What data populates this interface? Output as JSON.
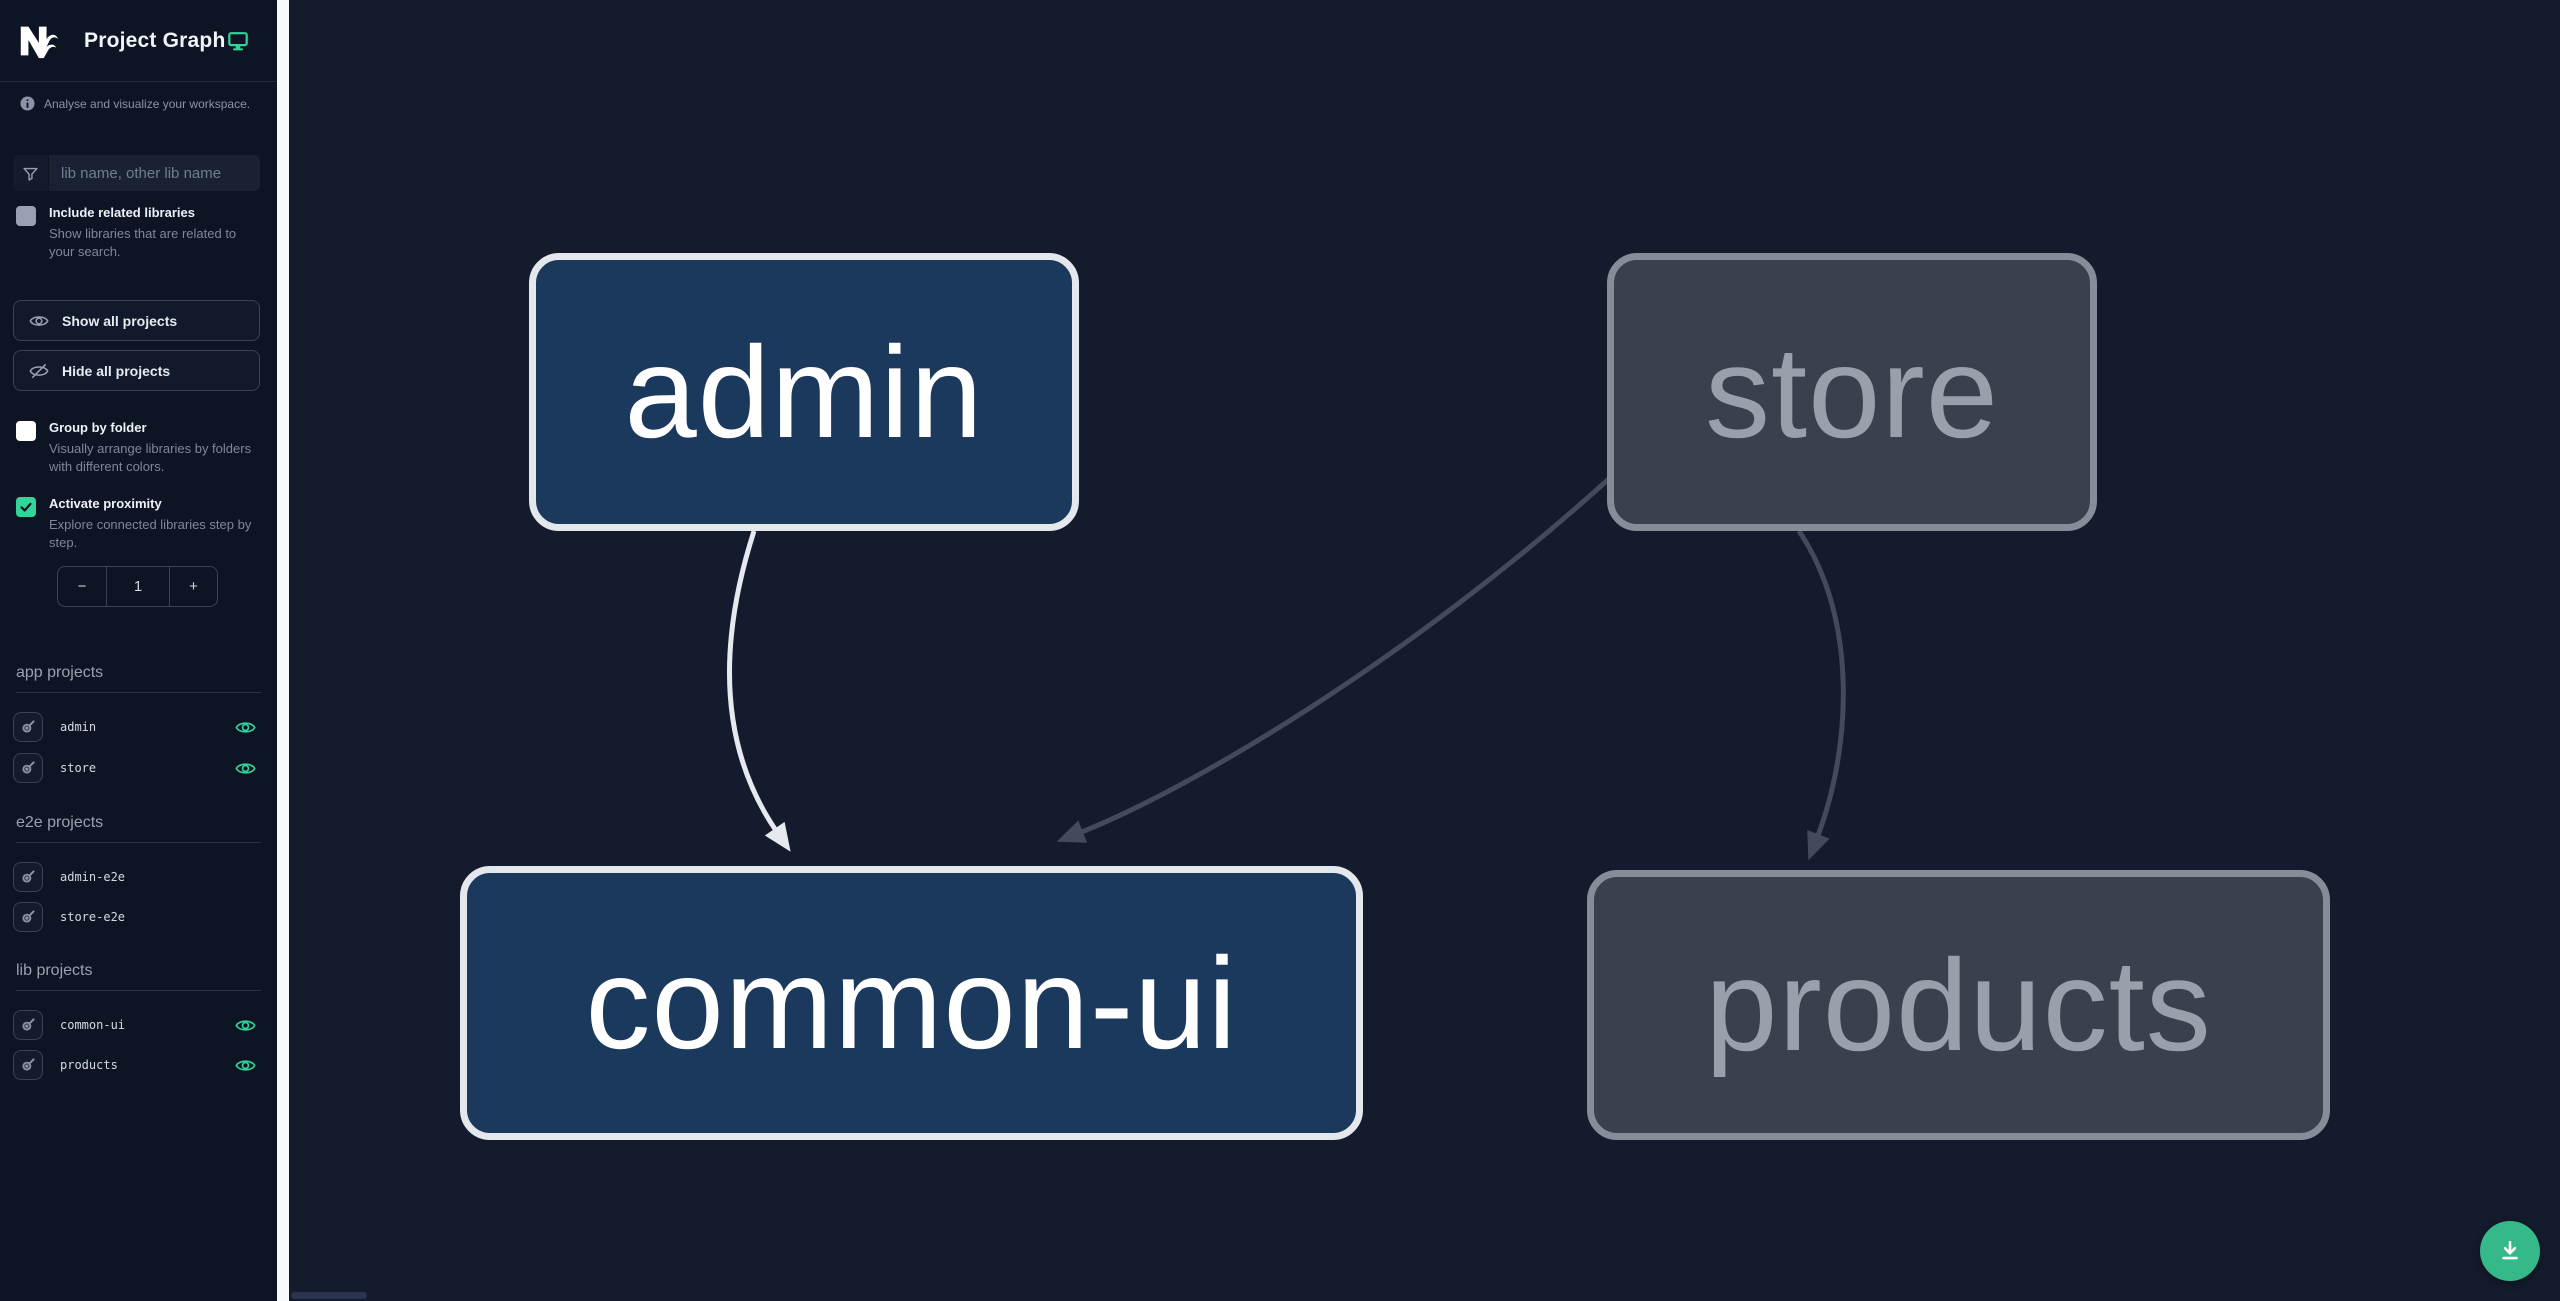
{
  "header": {
    "title": "Project Graph"
  },
  "tagline": "Analyse and visualize your workspace.",
  "filter": {
    "placeholder": "lib name, other lib name",
    "value": ""
  },
  "options": {
    "include_related": {
      "label": "Include related libraries",
      "desc": "Show libraries that are related to your search.",
      "checked": false
    },
    "group_by_folder": {
      "label": "Group by folder",
      "desc": "Visually arrange libraries by folders with different colors.",
      "checked": false
    },
    "activate_proximity": {
      "label": "Activate proximity",
      "desc": "Explore connected libraries step by step.",
      "checked": true
    }
  },
  "actions": {
    "show_all": "Show all projects",
    "hide_all": "Hide all projects"
  },
  "proximity_stepper": {
    "decrement": "−",
    "value": "1",
    "increment": "+"
  },
  "sections": [
    {
      "title": "app projects",
      "items": [
        {
          "name": "admin",
          "visible": true
        },
        {
          "name": "store",
          "visible": true
        }
      ]
    },
    {
      "title": "e2e projects",
      "items": [
        {
          "name": "admin-e2e",
          "visible": false
        },
        {
          "name": "store-e2e",
          "visible": false
        }
      ]
    },
    {
      "title": "lib projects",
      "items": [
        {
          "name": "common-ui",
          "visible": true
        },
        {
          "name": "products",
          "visible": true
        }
      ]
    }
  ],
  "graph": {
    "nodes": [
      {
        "id": "admin",
        "label": "admin",
        "state": "focused"
      },
      {
        "id": "store",
        "label": "store",
        "state": "dimmed"
      },
      {
        "id": "common-ui",
        "label": "common-ui",
        "state": "focused"
      },
      {
        "id": "products",
        "label": "products",
        "state": "dimmed"
      }
    ],
    "edges": [
      {
        "from": "admin",
        "to": "common-ui",
        "style": "highlighted"
      },
      {
        "from": "store",
        "to": "common-ui",
        "style": "dimmed"
      },
      {
        "from": "store",
        "to": "products",
        "style": "dimmed"
      }
    ]
  },
  "colors": {
    "accent": "#34d399",
    "sidebar_bg": "#0d1424",
    "canvas_bg": "#141b2c",
    "focused_node_fill": "#1b395d",
    "focused_node_border": "#e4e7eb",
    "dimmed_node_fill": "#3a414e",
    "dimmed_node_border": "#878d98",
    "edge_highlighted": "#e6e9ed",
    "edge_dimmed": "#434b5a",
    "download_button": "#35b989"
  }
}
